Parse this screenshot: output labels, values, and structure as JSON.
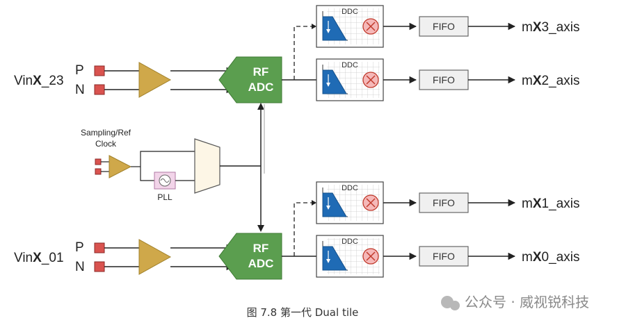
{
  "inputs": {
    "top": {
      "prefix": "Vin",
      "bold": "X",
      "suffix": "_23",
      "p": "P",
      "n": "N"
    },
    "bottom": {
      "prefix": "Vin",
      "bold": "X",
      "suffix": "_01",
      "p": "P",
      "n": "N"
    }
  },
  "adc": {
    "line1": "RF",
    "line2": "ADC"
  },
  "clock": {
    "line1": "Sampling/Ref",
    "line2": "Clock",
    "pll": "PLL"
  },
  "ddc_label": "DDC",
  "fifo_label": "FIFO",
  "outputs": [
    {
      "prefix": "m",
      "bold": "X",
      "suffix": "3_axis"
    },
    {
      "prefix": "m",
      "bold": "X",
      "suffix": "2_axis"
    },
    {
      "prefix": "m",
      "bold": "X",
      "suffix": "1_axis"
    },
    {
      "prefix": "m",
      "bold": "X",
      "suffix": "0_axis"
    }
  ],
  "caption": "图 7.8 第一代 Dual tile",
  "watermark": "公众号 · 威视锐科技",
  "colors": {
    "amp": "#cfa84a",
    "adc": "#5b9e4f",
    "pin": "#d9534f",
    "ddc_fill": "#1f6bb5",
    "fifo_bg": "#f0f0f0"
  }
}
